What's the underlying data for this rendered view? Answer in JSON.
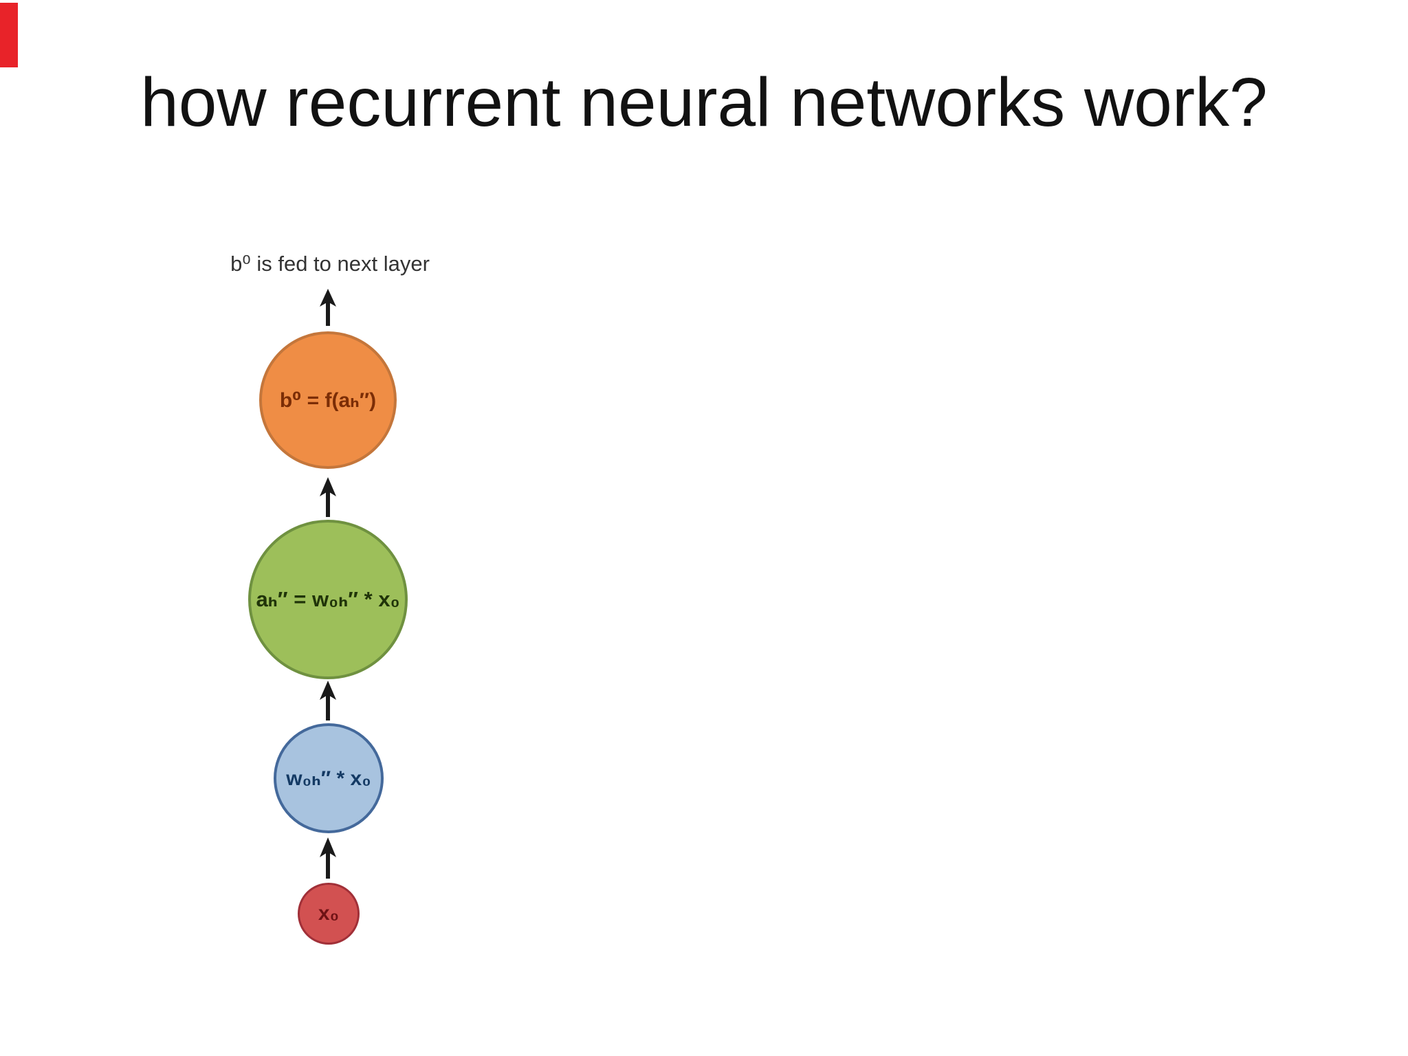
{
  "slide": {
    "title": "how recurrent neural networks work?",
    "background": "#ffffff",
    "corner_mark_color": "#e82329"
  },
  "diagram": {
    "top_label": "b⁰ is fed to next layer",
    "arrow_color": "#1a1a1a",
    "arrow_icon": "up-arrow",
    "nodes": [
      {
        "id": "output",
        "label": "b⁰ = f(aₕ″)",
        "fill": "#ef8d45",
        "border": "#c4763b",
        "text_color": "#7b2d06"
      },
      {
        "id": "activation",
        "label": "aₕ″ = w₀ₕ″ * x₀",
        "fill": "#9dbf5a",
        "border": "#6f9140",
        "text_color": "#203409"
      },
      {
        "id": "weighted-input",
        "label": "w₀ₕ″ * x₀",
        "fill": "#a8c3df",
        "border": "#44699b",
        "text_color": "#143a64"
      },
      {
        "id": "input",
        "label": "x₀",
        "fill": "#d25151",
        "border": "#a13038",
        "text_color": "#6e1215"
      }
    ]
  }
}
